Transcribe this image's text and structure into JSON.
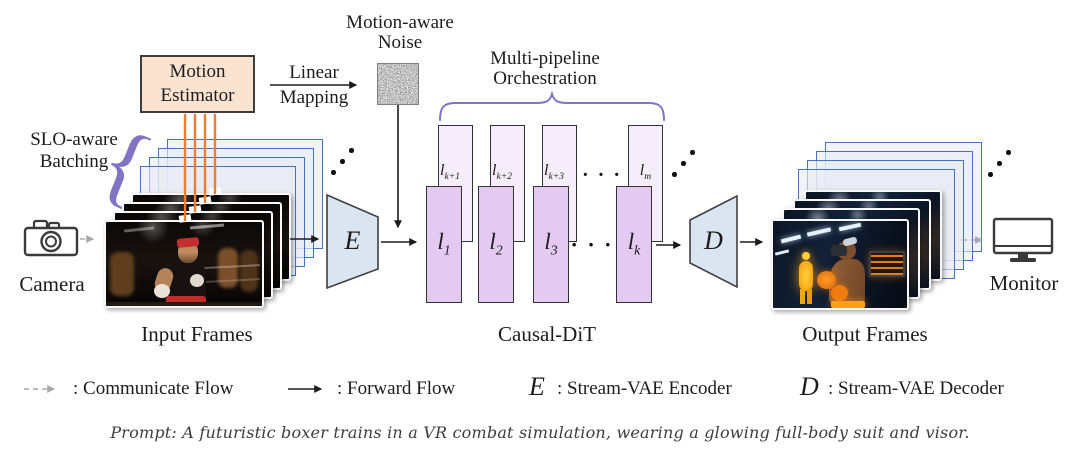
{
  "figure": {
    "camera_label": "Camera",
    "input_frames_label": "Input Frames",
    "output_frames_label": "Output Frames",
    "monitor_label": "Monitor",
    "causal_dit_label": "Causal-DiT",
    "slo_batching": {
      "line1": "SLO-aware",
      "line2": "Batching"
    },
    "motion_estimator": {
      "line1": "Motion",
      "line2": "Estimator"
    },
    "linear_mapping": {
      "line1": "Linear",
      "line2": "Mapping"
    },
    "motion_noise": {
      "line1": "Motion-aware",
      "line2": "Noise"
    },
    "multi_pipeline": {
      "line1": "Multi-pipeline",
      "line2": "Orchestration"
    },
    "encoder_symbol": "E",
    "decoder_symbol": "D",
    "blocks": {
      "base": "l",
      "front_subs": [
        "1",
        "2",
        "3",
        "k"
      ],
      "back_subs": [
        "k+1",
        "k+2",
        "k+3",
        "m"
      ],
      "ellipsis": "· · ·"
    }
  },
  "legend": {
    "communicate_label": ": Communicate Flow",
    "forward_label": ": Forward Flow",
    "encoder_symbol": "E",
    "encoder_label": ": Stream-VAE Encoder",
    "decoder_symbol": "D",
    "decoder_label": ": Stream-VAE Decoder"
  },
  "prompt_caption": "Prompt: A futuristic boxer trains in a VR combat simulation, wearing a glowing full-body suit and visor.",
  "icons": {
    "slo_brace": "{"
  },
  "colors": {
    "accent_orange": "#ED7D31",
    "frame_blue": "#4472C4",
    "brace_purple": "#8273C4",
    "block_front": "#E4C9F0",
    "block_back": "#F6EDFB",
    "vae_fill": "#DBE5F1",
    "estimator_fill": "#FBE3D1",
    "communicate_gray": "#A9A9A9"
  }
}
